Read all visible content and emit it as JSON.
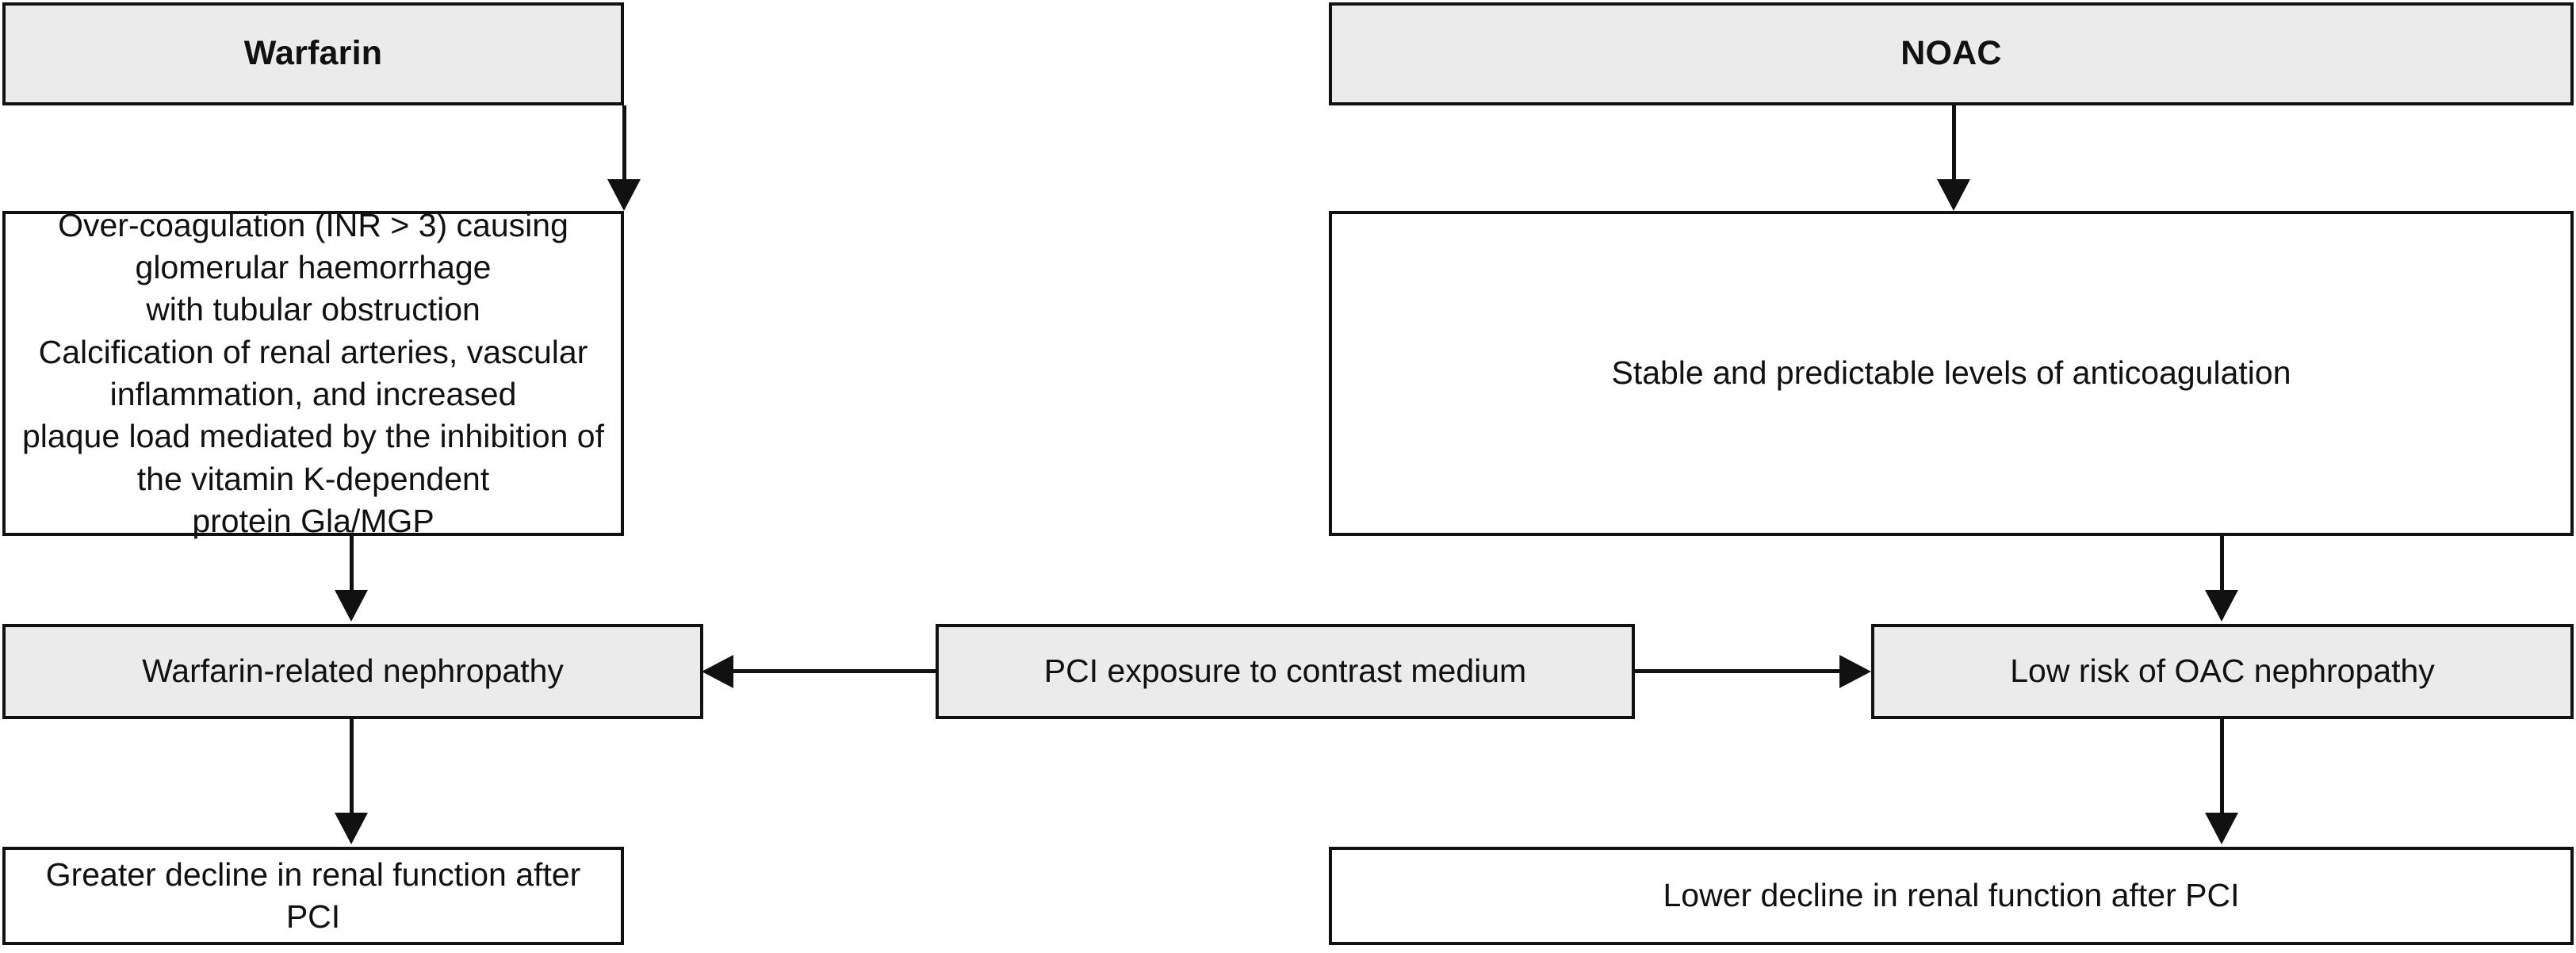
{
  "diagram": {
    "title": "Warfarin versus NOAC renal outcome pathways after PCI",
    "colors": {
      "node_fill_gray": "#ebebeb",
      "node_fill_white": "#ffffff",
      "stroke": "#111111",
      "background": "#ffffff"
    },
    "columns": [
      {
        "id": "warfarin",
        "header": "Warfarin"
      },
      {
        "id": "noac",
        "header": "NOAC"
      }
    ],
    "nodes": {
      "warfarin_header": {
        "label": "Warfarin",
        "fill": "gray"
      },
      "noac_header": {
        "label": "NOAC",
        "fill": "gray"
      },
      "warfarin_mechanism": {
        "fill": "white",
        "lines": [
          "Over-coagulation (INR > 3) causing glomerular haemorrhage",
          "with tubular obstruction",
          "Calcification of renal arteries, vascular inflammation, and increased",
          "plaque load mediated by the inhibition of the vitamin K-dependent",
          "protein Gla/MGP"
        ]
      },
      "noac_mechanism": {
        "fill": "white",
        "lines": [
          "Stable and predictable levels of anticoagulation"
        ]
      },
      "warfarin_nephropathy": {
        "label": "Warfarin-related nephropathy",
        "fill": "gray"
      },
      "pci_contrast": {
        "label": "PCI exposure to contrast medium",
        "fill": "gray"
      },
      "oac_low_risk": {
        "label": "Low risk of OAC nephropathy",
        "fill": "gray"
      },
      "warfarin_outcome": {
        "label": "Greater decline in renal function after PCI",
        "fill": "white"
      },
      "noac_outcome": {
        "label": "Lower decline in renal function after PCI",
        "fill": "white"
      }
    },
    "edges": [
      {
        "from": "warfarin_header",
        "to": "warfarin_mechanism",
        "direction": "down"
      },
      {
        "from": "noac_header",
        "to": "noac_mechanism",
        "direction": "down"
      },
      {
        "from": "warfarin_mechanism",
        "to": "warfarin_nephropathy",
        "direction": "down"
      },
      {
        "from": "noac_mechanism",
        "to": "oac_low_risk",
        "direction": "down"
      },
      {
        "from": "pci_contrast",
        "to": "warfarin_nephropathy",
        "direction": "left"
      },
      {
        "from": "pci_contrast",
        "to": "oac_low_risk",
        "direction": "right"
      },
      {
        "from": "warfarin_nephropathy",
        "to": "warfarin_outcome",
        "direction": "down"
      },
      {
        "from": "oac_low_risk",
        "to": "noac_outcome",
        "direction": "down"
      }
    ]
  }
}
